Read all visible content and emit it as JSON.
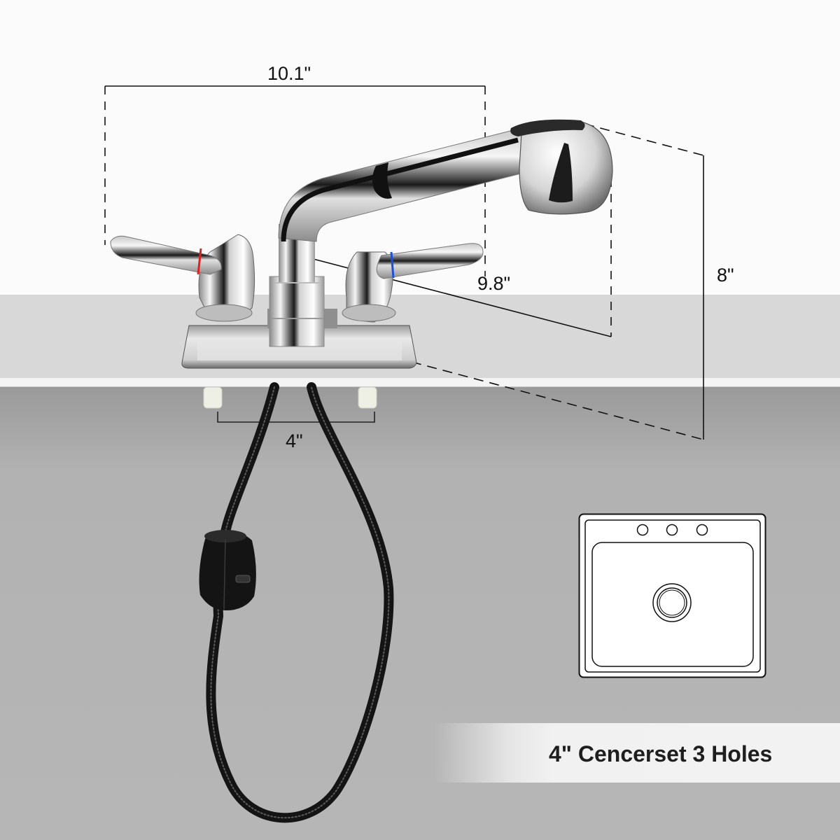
{
  "product": {
    "type": "pull-out sprayer faucet, two-handle",
    "handle_marks": {
      "hot_color": "#e02020",
      "cold_color": "#2050d0"
    }
  },
  "dimensions": {
    "spout_reach": "10.1\"",
    "sprayer_depth": "9.8\"",
    "height": "8\"",
    "center_spacing": "4\""
  },
  "caption": {
    "text": "4\" Cencerset 3 Holes"
  },
  "sink_diagram": {
    "faucet_holes": 3,
    "drain": 1
  },
  "colors": {
    "wall": "#fbfbfb",
    "countertop": "#d8d8d8",
    "under_cabinet": "#b2b2b2",
    "chrome_dark": "#1a1a1a",
    "hose": "#1c1c1c"
  }
}
